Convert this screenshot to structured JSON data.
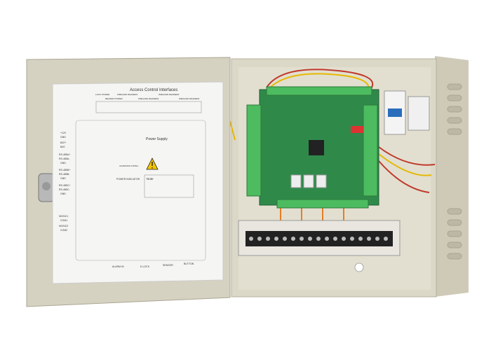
{
  "diagram": {
    "title": "Access Control Interfaces",
    "power_supply": "Power Supply",
    "note": "Note",
    "power_indicator": "POWER INDICATOR",
    "charging_finish": "CHARGING FINISH",
    "left_terminals": [
      "+12V",
      "GND",
      "BAT+",
      "BAT-",
      "RS-485A+",
      "RS-485A-",
      "GND",
      "RS-485B+",
      "RS-485B-",
      "GND",
      "RS-485C+",
      "RS-485C-",
      "GND",
      "NO/NC1",
      "COM1",
      "NO/NC2",
      "COM2"
    ],
    "bottom_labels": [
      "ALARM IN",
      "E-LOCK",
      "SENSOR",
      "BUTTON"
    ],
    "top_labels": [
      "LOCK POWER",
      "READER POWER",
      "WIEGAND READER1",
      "WIEGAND READER2",
      "WIEGAND READER3",
      "WIEGAND READER4"
    ]
  },
  "colors": {
    "enclosure": "#d9d5c4",
    "pcb": "#2f8a4a",
    "terminal": "#4dbb5f"
  }
}
